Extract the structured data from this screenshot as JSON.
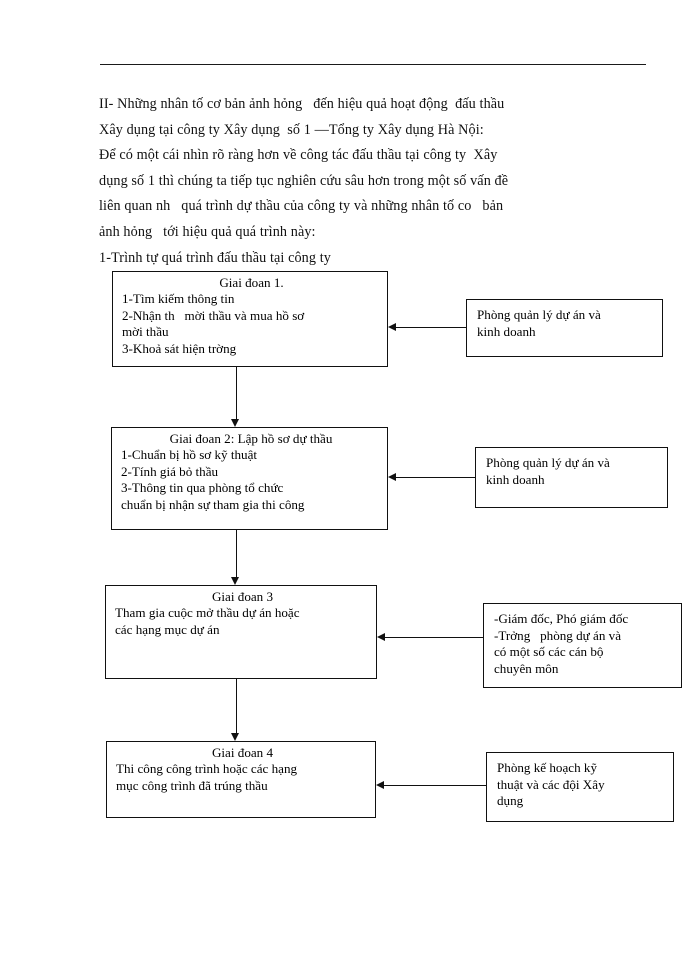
{
  "document": {
    "heading_rule": "horizontal-rule",
    "body_lines": [
      "II- Những nhân tố cơ bản ảnh hỏng   đến hiệu quả hoạt động  đấu thầu",
      "Xây dụng tại công ty Xây dụng  số 1 —Tổng ty Xây dụng Hà Nội:",
      "Để có một cái nhìn rõ ràng hơn về công tác đấu thầu tại công ty  Xây",
      "dụng số 1 thì chúng ta tiếp tục nghiên cứu sâu hơn trong một số vấn đề",
      "liên quan nh   quá trình dự thầu của công ty và những nhân tố co   bản",
      "ảnh hỏng   tới hiệu quả quá trình này:",
      "1-Trình tự quá trình đấu thầu tại công ty"
    ]
  },
  "flowchart": {
    "stages": [
      {
        "id": "stage-1",
        "title": "Giai đoan 1.",
        "lines": [
          "1-Tìm kiếm thông tin",
          "2-Nhận th   mời thầu và mua hồ sơ",
          "mời thầu",
          "3-Khoả sát hiện trờng"
        ]
      },
      {
        "id": "stage-2",
        "title": "Giai đoan 2: Lập hồ sơ dự thầu",
        "lines": [
          "1-Chuẩn bị hồ sơ kỹ thuật",
          "2-Tính giá bỏ thầu",
          "3-Thông tin qua phòng tổ chức",
          "chuẩn bị nhận sự tham gia thi công"
        ]
      },
      {
        "id": "stage-3",
        "title": "Giai đoan 3",
        "lines": [
          "Tham gia cuộc mở thầu dự án hoặc",
          "các hạng mục dự án"
        ]
      },
      {
        "id": "stage-4",
        "title": "Giai đoan 4",
        "lines": [
          "Thi công công trình hoặc các hạng",
          "mục công trình đã trúng thầu"
        ]
      }
    ],
    "actors": [
      {
        "id": "actor-1",
        "lines": [
          "Phòng quản lý dự án và",
          "kinh doanh"
        ]
      },
      {
        "id": "actor-2",
        "lines": [
          "Phòng quản lý dự án và",
          "kinh doanh"
        ]
      },
      {
        "id": "actor-3",
        "lines": [
          "-Giám đốc, Phó giám đốc",
          "-Trởng   phòng dự án và",
          "có một số các cán bộ",
          "chuyên môn"
        ]
      },
      {
        "id": "actor-4",
        "lines": [
          "Phòng kế hoạch kỹ",
          "thuật và các đội Xây",
          "dụng"
        ]
      }
    ],
    "connector_color": "#111111"
  }
}
